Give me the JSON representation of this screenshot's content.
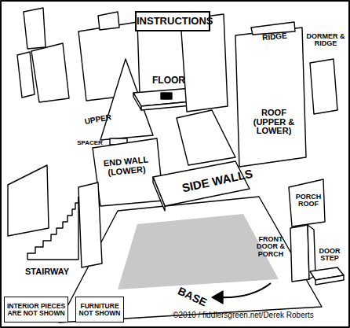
{
  "diagram": {
    "title": "INSTRUCTIONS",
    "nodes": [
      {
        "text": [
          "INTERIOR PIECES ARE NOT SHOWN"
        ]
      },
      {
        "text": [
          "FURNITURE NOT SHOWN"
        ]
      }
    ],
    "labels": [
      "RIDGE",
      "DORMER & RIDGE",
      "FLOOR",
      "UPPER",
      "ROOF (UPPER & LOWER)",
      "SPACER",
      "END WALL (LOWER)",
      "SIDE WALLS",
      "PORCH ROOF",
      "FRONT DOOR & PORCH",
      "DOOR STEP",
      "STAIRWAY",
      "BASE",
      "©2010 / fiddlersgreen.net/Derek Roberts"
    ]
  }
}
